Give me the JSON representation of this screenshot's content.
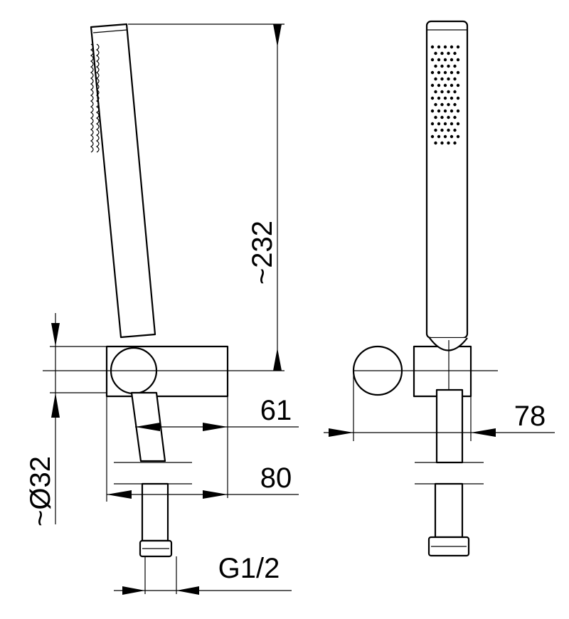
{
  "dimensions": {
    "height_total": "~232",
    "diameter": "~Ø32",
    "depth_outlet": "61",
    "depth_total": "80",
    "width_bracket": "78",
    "thread": "G1/2"
  },
  "colors": {
    "line": "#000000",
    "background": "#ffffff"
  }
}
